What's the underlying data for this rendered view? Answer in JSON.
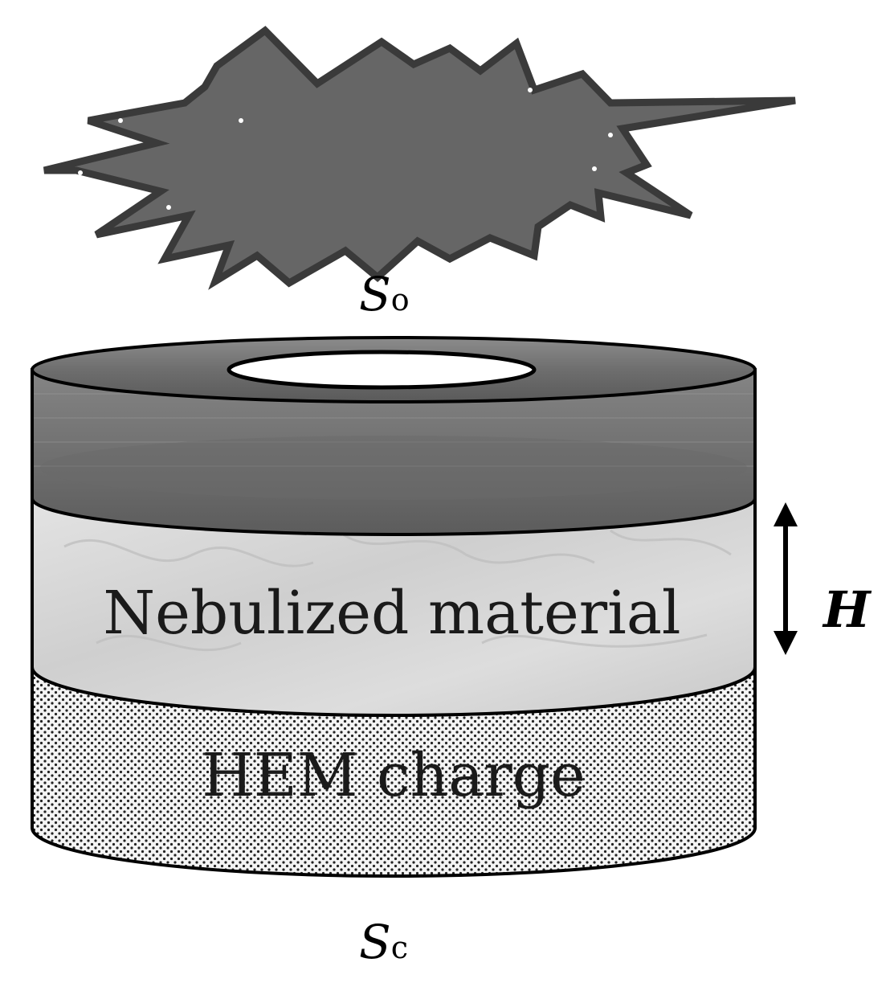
{
  "labels": {
    "explosion_symbol": "S",
    "explosion_subscript": "o",
    "height_symbol": "H",
    "nebulized_layer": "Nebulized material",
    "charge_layer": "HEM charge",
    "charge_symbol": "S",
    "charge_subscript": "c"
  },
  "colors": {
    "explosion_fill": "#666666",
    "explosion_outline": "#3a3a3a",
    "ring_fill": "#7a7a7a",
    "nebulized_fill": "#d9d9d9",
    "charge_fill": "#f2f2f2",
    "charge_dots": "#222222",
    "outline": "#000000"
  }
}
